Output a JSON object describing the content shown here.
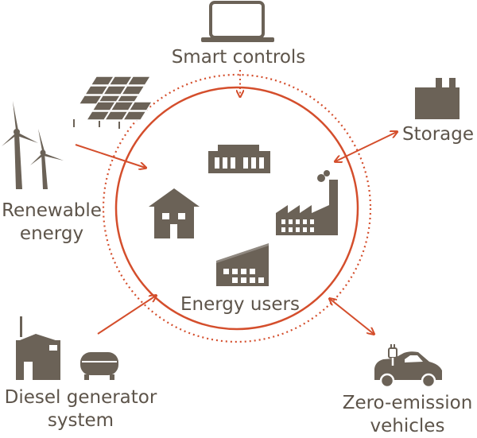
{
  "labels": {
    "smart_controls": "Smart controls",
    "storage": "Storage",
    "renewable_line1": "Renewable",
    "renewable_line2": "energy",
    "energy_users": "Energy users",
    "diesel_line1": "Diesel generator",
    "diesel_line2": "system",
    "zero_line1": "Zero-emission",
    "zero_line2": "vehicles"
  },
  "icons": {
    "smart_controls": "laptop-icon",
    "storage": "storage-building-icon",
    "renewable": [
      "wind-turbine-icon",
      "solar-panel-icon"
    ],
    "energy_users": [
      "house-icon",
      "office-building-icon",
      "factory-icon",
      "modern-building-icon"
    ],
    "diesel": [
      "generator-shed-icon",
      "fuel-tank-icon"
    ],
    "zero_emission": "electric-car-icon"
  },
  "colors": {
    "accent": "#d44e2c",
    "icon": "#6b6257",
    "text": "#5d544a"
  }
}
